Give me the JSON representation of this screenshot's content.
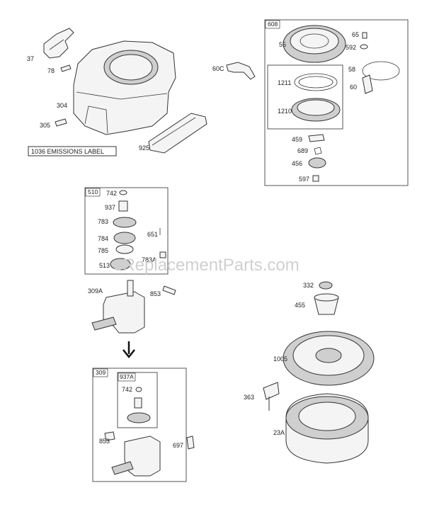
{
  "labels": {
    "p37": "37",
    "p78": "78",
    "p304": "304",
    "p305": "305",
    "p925": "925",
    "emissions": "1036 EMISSIONS LABEL",
    "p60C": "60C",
    "box608": "608",
    "p55": "55",
    "p65": "65",
    "p592": "592",
    "p58": "58",
    "p60": "60",
    "p1211": "1211",
    "p1210": "1210",
    "p459": "459",
    "p689": "689",
    "p456": "456",
    "p597": "597",
    "box510": "510",
    "p742a": "742",
    "p937": "937",
    "p783": "783",
    "p651": "651",
    "p784": "784",
    "p785": "785",
    "p783A": "783A",
    "p513": "513",
    "p309A": "309A",
    "p853a": "853",
    "p332": "332",
    "p455": "455",
    "p1005": "1005",
    "p363": "363",
    "p23A": "23A",
    "box309": "309",
    "box937A": "937A",
    "p742b": "742",
    "p853b": "853",
    "p697": "697"
  },
  "watermark": "eReplacementParts.com"
}
